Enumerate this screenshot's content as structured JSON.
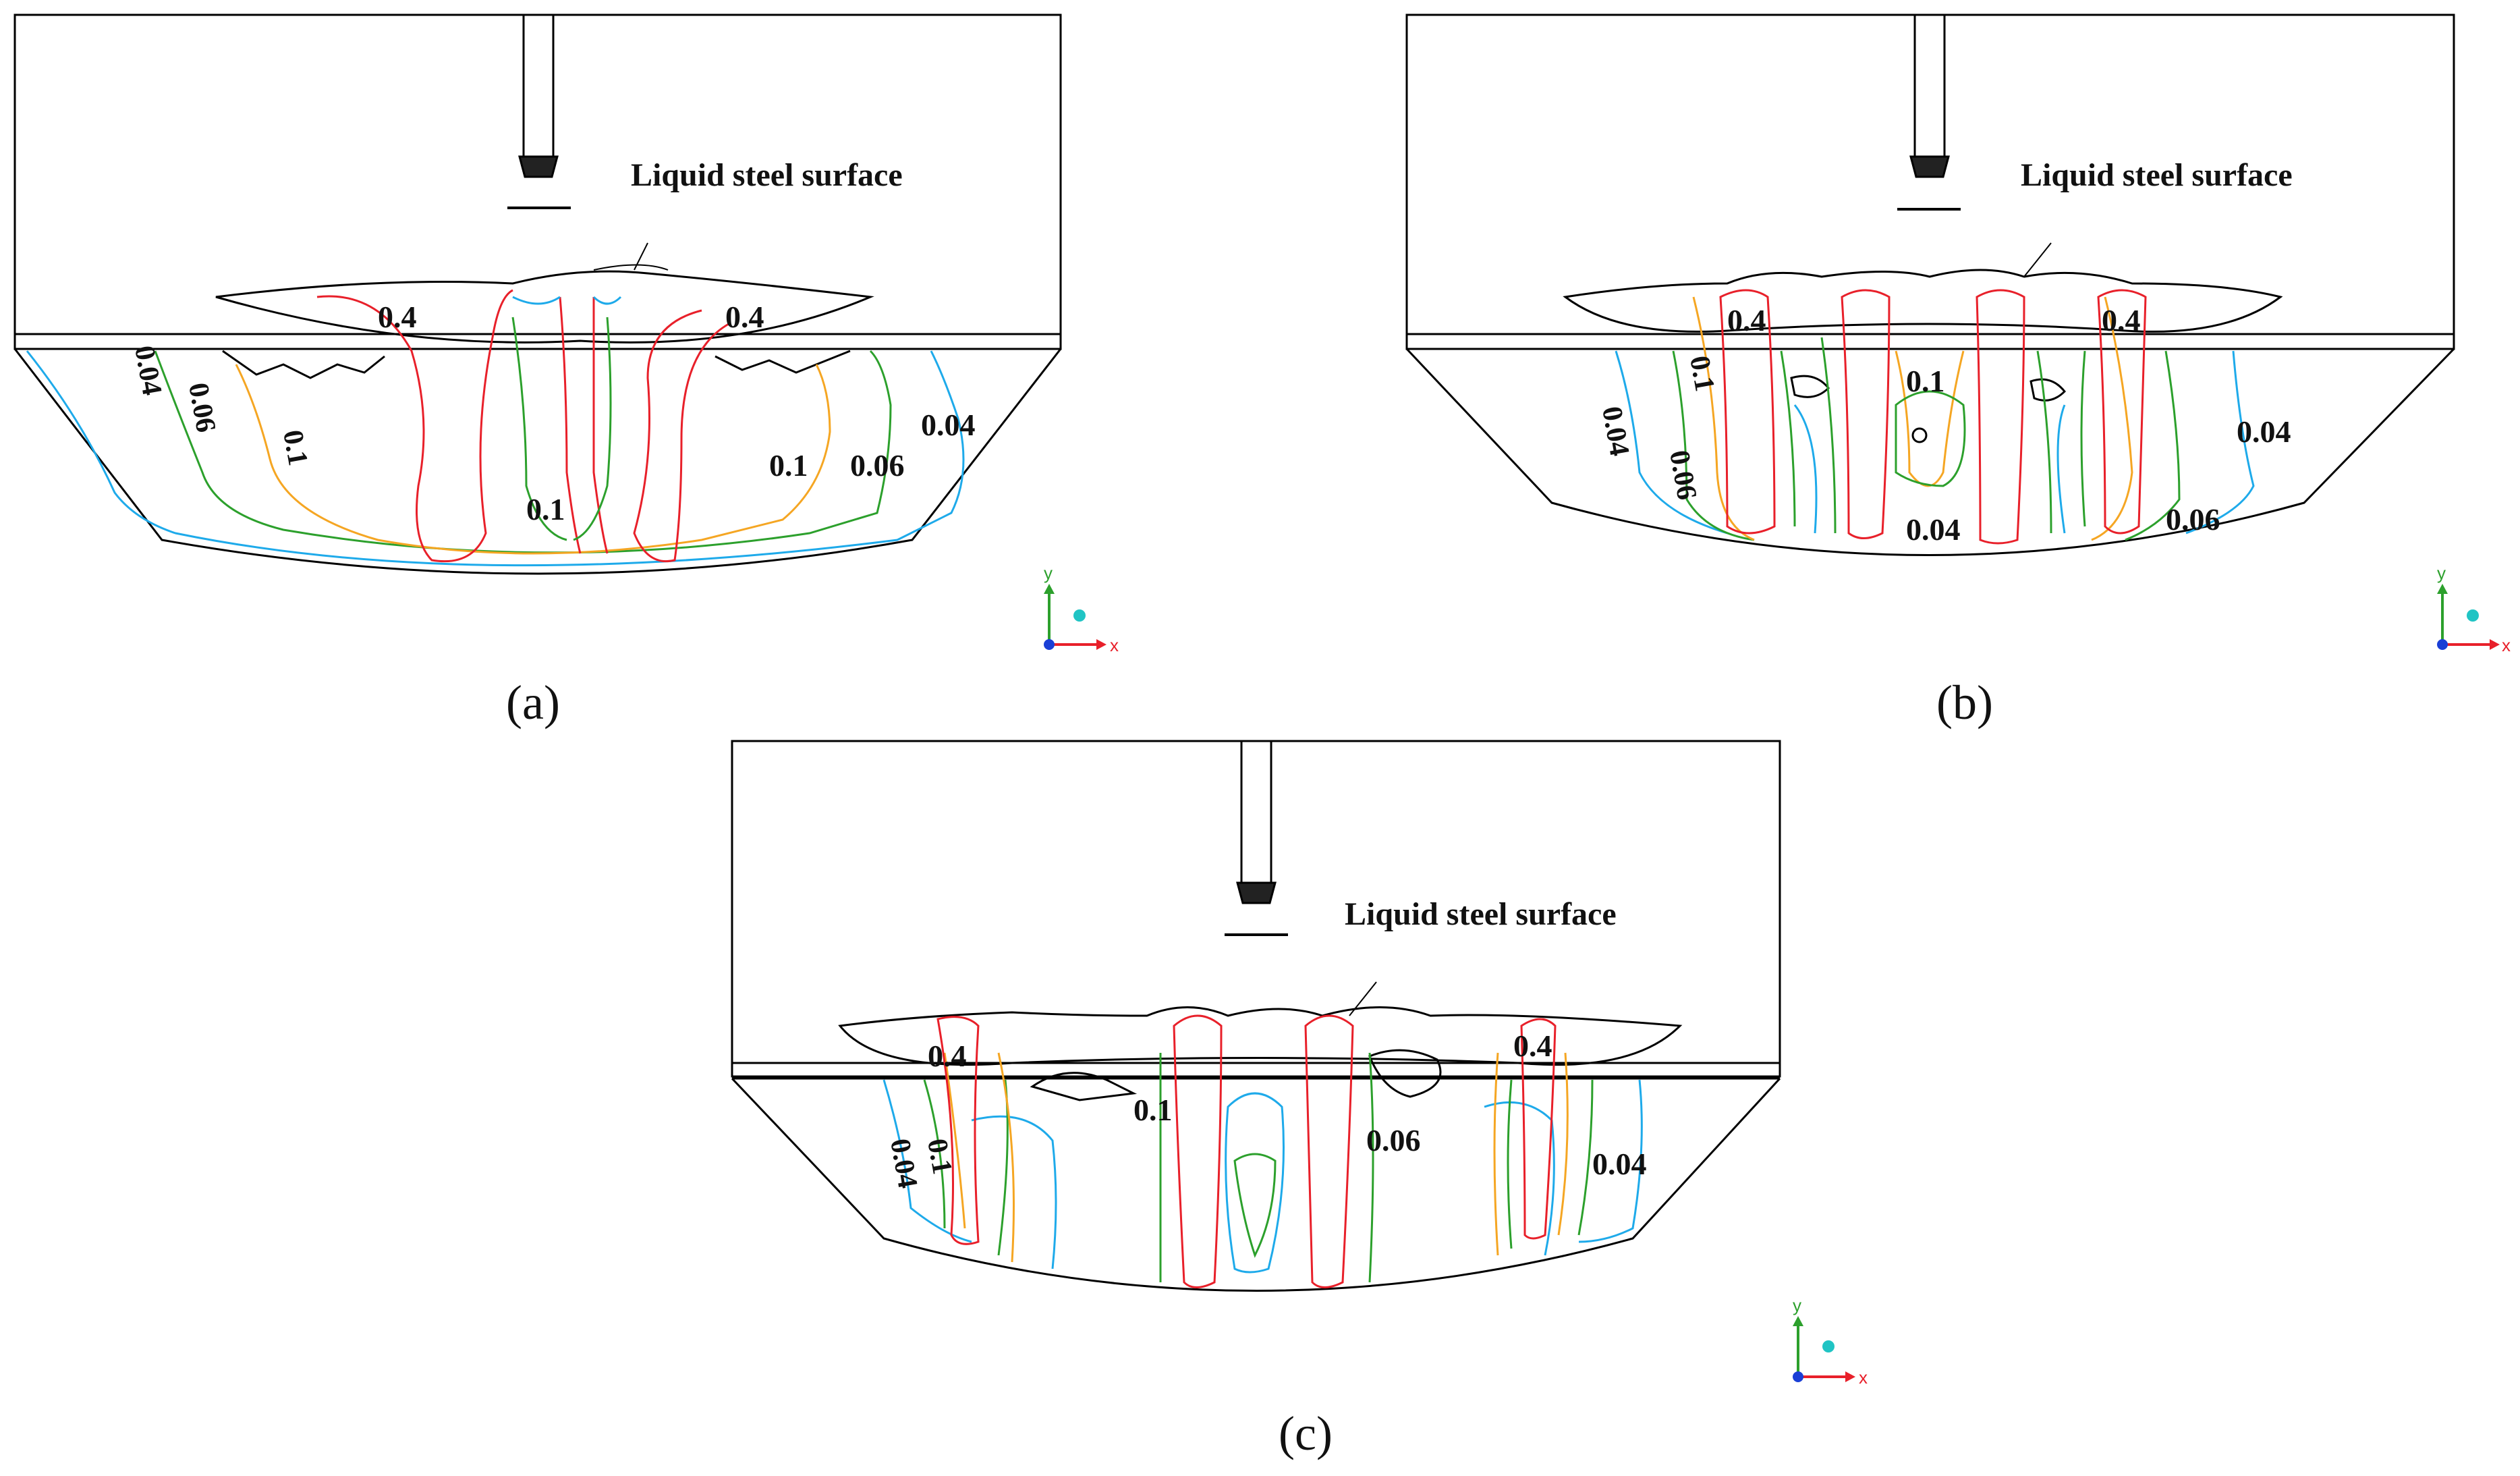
{
  "surface_label": "Liquid steel surface",
  "colors": {
    "c0_4": "#e8202a",
    "c0_1": "#f5a623",
    "c0_06": "#2ca02c",
    "c0_04": "#1eaaea",
    "outline": "#000000",
    "axis_x": "#e8202a",
    "axis_y": "#2ca02c",
    "axis_origin": "#1a3fd6",
    "axis_z": "#20c4c4"
  },
  "panels": [
    {
      "caption": "(a)",
      "axis_x_label": "x",
      "axis_y_label": "y",
      "contour_labels": [
        "0.4",
        "0.4",
        "0.04",
        "0.06",
        "0.1",
        "0.1",
        "0.1",
        "0.06",
        "0.04"
      ]
    },
    {
      "caption": "(b)",
      "axis_x_label": "x",
      "axis_y_label": "y",
      "contour_labels": [
        "0.4",
        "0.4",
        "0.1",
        "0.1",
        "0.04",
        "0.06",
        "0.04",
        "0.04",
        "0.06"
      ]
    },
    {
      "caption": "(c)",
      "axis_x_label": "x",
      "axis_y_label": "y",
      "contour_labels": [
        "0.4",
        "0.4",
        "0.1",
        "0.1",
        "0.04",
        "0.06",
        "0.04"
      ]
    }
  ]
}
